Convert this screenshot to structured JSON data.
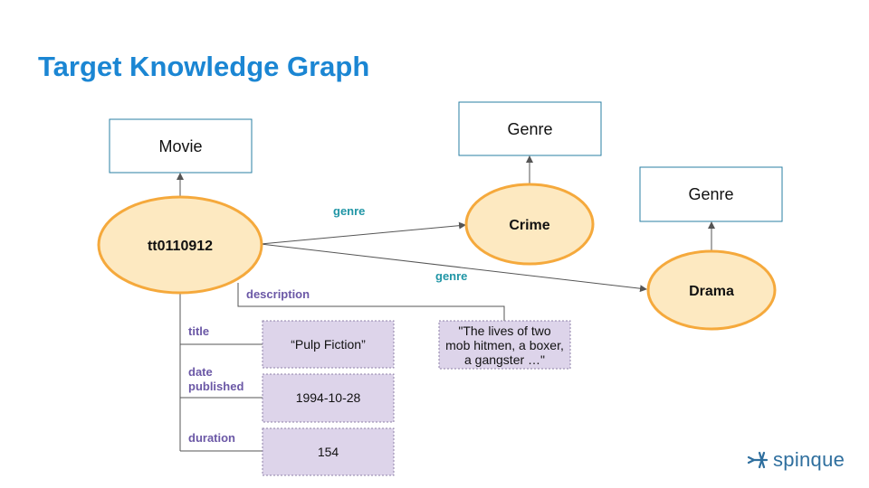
{
  "slide": {
    "title": "Target Knowledge Graph"
  },
  "classes": {
    "movie": "Movie",
    "genre_crime": "Genre",
    "genre_drama": "Genre"
  },
  "nodes": {
    "movie": "tt0110912",
    "crime": "Crime",
    "drama": "Drama"
  },
  "edges": {
    "genre_crime": "genre",
    "genre_drama": "genre",
    "description": "description",
    "title": "title",
    "date_published_line1": "date",
    "date_published_line2": "published",
    "duration": "duration"
  },
  "literals": {
    "title": "“Pulp Fiction”",
    "date_published": "1994-10-28",
    "duration": "154",
    "description_line1": "\"The lives of two",
    "description_line2": "mob hitmen, a boxer,",
    "description_line3": "a gangster …\""
  },
  "logo": {
    "text": "spinque",
    "icon": "spinque-logo-icon"
  },
  "colors": {
    "title": "#1b86d3",
    "class_border": "#2a7fa3",
    "node_fill": "#fde9c1",
    "node_stroke": "#f5a93c",
    "literal_fill": "#ddd4ea",
    "edge_teal": "#2196a6",
    "edge_purple": "#6b58a6"
  }
}
